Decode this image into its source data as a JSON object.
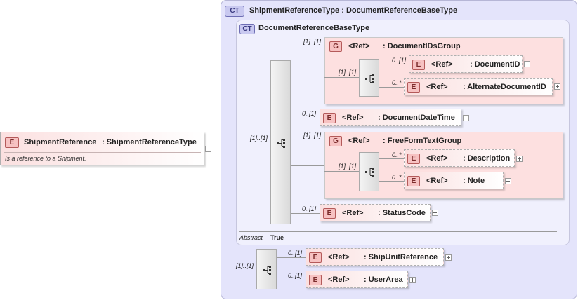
{
  "root": {
    "badge": "E",
    "name": "ShipmentReference",
    "type": ": ShipmentReferenceType",
    "doc": "Is a reference to a Shipment."
  },
  "outer_type": {
    "badge": "CT",
    "title": "ShipmentReferenceType : DocumentReferenceBaseType"
  },
  "inner_type": {
    "badge": "CT",
    "title": "DocumentReferenceBaseType"
  },
  "inner_seq_occurrence": "[1]..[1]",
  "outer_seq_occurrence": "[1]..[1]",
  "groups": [
    {
      "badge": "G",
      "ref": "<Ref>",
      "name": ": DocumentIDsGroup",
      "occurrence": "[1]..[1]",
      "seq_occurrence": "[1]..[1]",
      "children": [
        {
          "badge": "E",
          "ref": "<Ref>",
          "name": ": DocumentID",
          "occurrence": "0..[1]"
        },
        {
          "badge": "E",
          "ref": "<Ref>",
          "name": ": AlternateDocumentID",
          "occurrence": "0..*"
        }
      ]
    },
    {
      "badge": "G",
      "ref": "<Ref>",
      "name": ": FreeFormTextGroup",
      "occurrence": "[1]..[1]",
      "seq_occurrence": "[1]..[1]",
      "children": [
        {
          "badge": "E",
          "ref": "<Ref>",
          "name": ": Description",
          "occurrence": "0..*"
        },
        {
          "badge": "E",
          "ref": "<Ref>",
          "name": ": Note",
          "occurrence": "0..*"
        }
      ]
    }
  ],
  "elements": [
    {
      "badge": "E",
      "ref": "<Ref>",
      "name": ": DocumentDateTime",
      "occurrence": "0..[1]"
    },
    {
      "badge": "E",
      "ref": "<Ref>",
      "name": ": StatusCode",
      "occurrence": "0..[1]"
    },
    {
      "badge": "E",
      "ref": "<Ref>",
      "name": ": ShipUnitReference",
      "occurrence": "0..[1]"
    },
    {
      "badge": "E",
      "ref": "<Ref>",
      "name": ": UserArea",
      "occurrence": "0..[1]"
    }
  ],
  "abstract": {
    "label": "Abstract",
    "value": "True"
  }
}
